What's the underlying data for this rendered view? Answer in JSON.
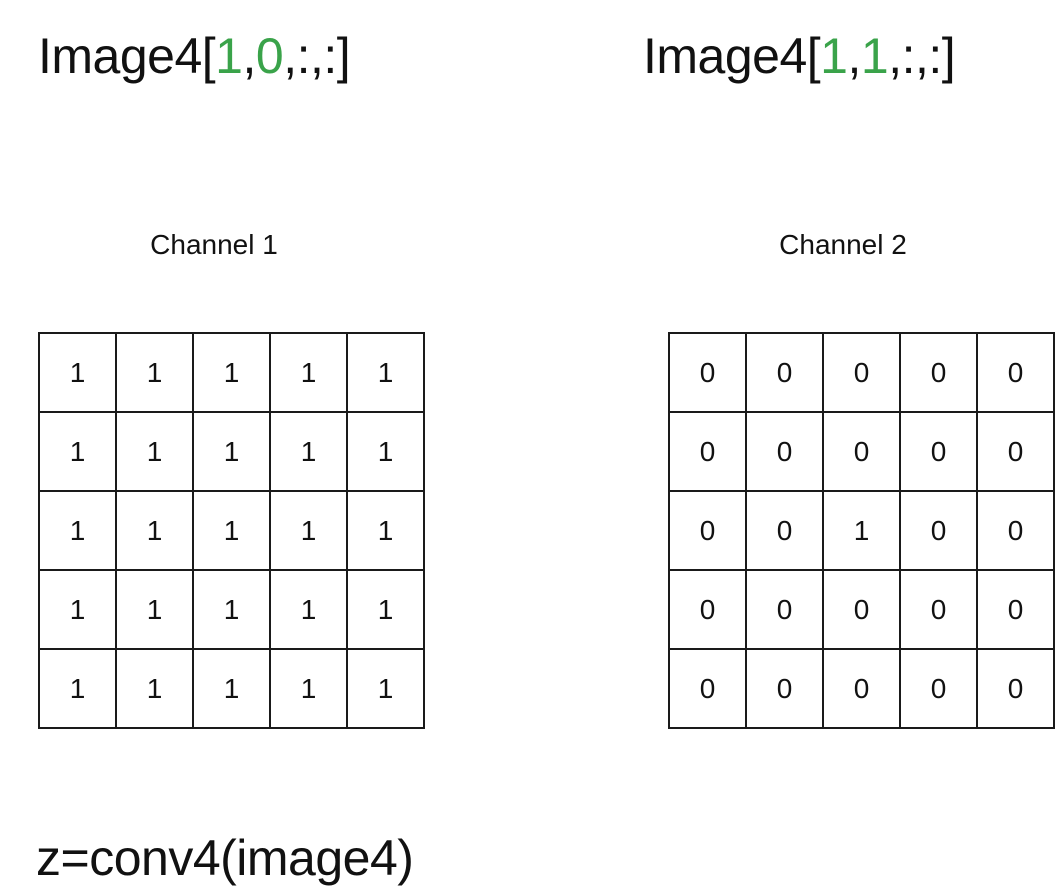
{
  "left": {
    "title": {
      "prefix": "Image4[",
      "index1": "1",
      "comma1": ",",
      "index2": "0",
      "suffix": ",:,:]"
    },
    "channel_label": "Channel 1",
    "matrix": [
      [
        "1",
        "1",
        "1",
        "1",
        "1"
      ],
      [
        "1",
        "1",
        "1",
        "1",
        "1"
      ],
      [
        "1",
        "1",
        "1",
        "1",
        "1"
      ],
      [
        "1",
        "1",
        "1",
        "1",
        "1"
      ],
      [
        "1",
        "1",
        "1",
        "1",
        "1"
      ]
    ]
  },
  "right": {
    "title": {
      "prefix": "Image4[",
      "index1": "1",
      "comma1": ",",
      "index2": "1",
      "suffix": ",:,:]"
    },
    "channel_label": "Channel 2",
    "matrix": [
      [
        "0",
        "0",
        "0",
        "0",
        "0"
      ],
      [
        "0",
        "0",
        "0",
        "0",
        "0"
      ],
      [
        "0",
        "0",
        "1",
        "0",
        "0"
      ],
      [
        "0",
        "0",
        "0",
        "0",
        "0"
      ],
      [
        "0",
        "0",
        "0",
        "0",
        "0"
      ]
    ]
  },
  "code": "z=conv4(image4)",
  "colors": {
    "index_highlight": "#3aa34a",
    "text": "#111111",
    "grid_line": "#1a1a1a"
  }
}
